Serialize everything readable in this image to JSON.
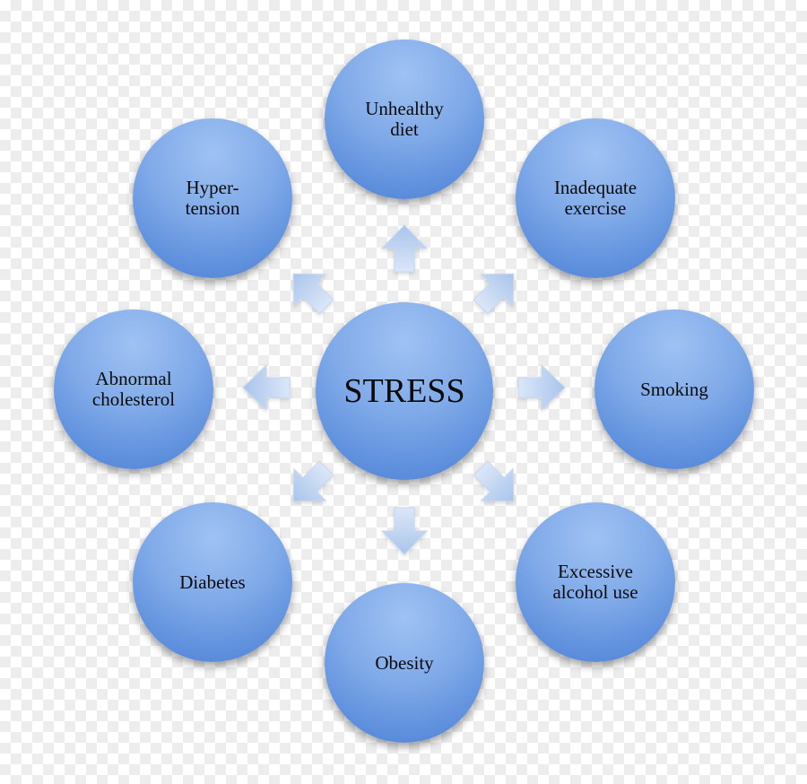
{
  "center": {
    "label": "STRESS"
  },
  "nodes": [
    {
      "id": "unhealthy-diet",
      "label": "Unhealthy\ndiet"
    },
    {
      "id": "inadequate-exercise",
      "label": "Inadequate\nexercise"
    },
    {
      "id": "smoking",
      "label": "Smoking"
    },
    {
      "id": "excessive-alcohol-use",
      "label": "Excessive\nalcohol use"
    },
    {
      "id": "obesity",
      "label": "Obesity"
    },
    {
      "id": "diabetes",
      "label": "Diabetes"
    },
    {
      "id": "abnormal-cholesterol",
      "label": "Abnormal\ncholesterol"
    },
    {
      "id": "hypertension",
      "label": "Hyper-\ntension"
    }
  ],
  "colors": {
    "node_light": "#9fc2f3",
    "node_dark": "#4d80d3",
    "arrow_light": "#dbe7f8",
    "arrow_dark": "#a9c4eb"
  }
}
